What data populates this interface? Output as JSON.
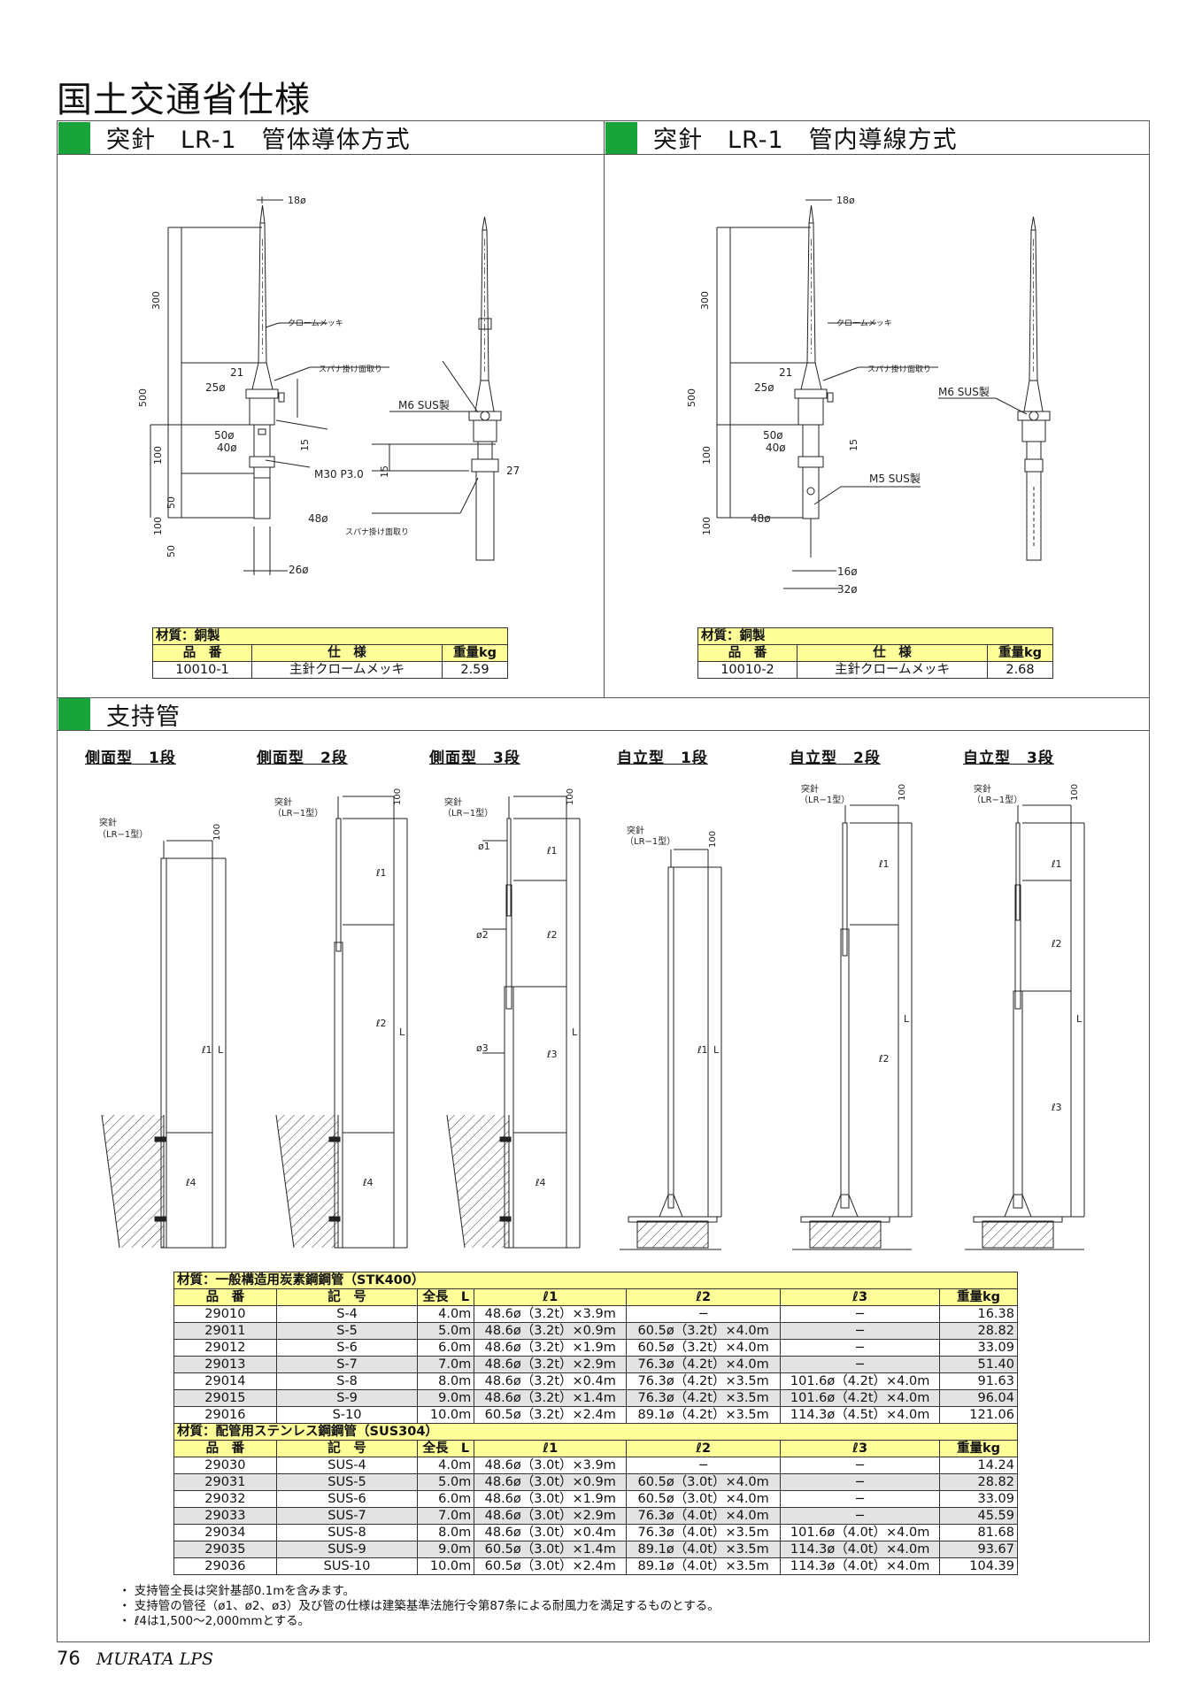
{
  "page_title": "国土交通省仕様",
  "sections": {
    "left_title": "突針　LR-1　管体導体方式",
    "right_title": "突針　LR-1　管内導線方式",
    "pipe_title": "支持管"
  },
  "drawing_left": {
    "dims": [
      "18ø",
      "300",
      "500",
      "100",
      "50",
      "100",
      "50",
      "21",
      "25ø",
      "50ø",
      "40ø",
      "15",
      "48ø",
      "26ø"
    ],
    "labels": [
      "クロームメッキ",
      "スパナ掛け面取り",
      "M30 P3.0",
      "M6 SUS製",
      "27",
      "15",
      "スパナ掛け面取り"
    ]
  },
  "drawing_right": {
    "dims": [
      "18ø",
      "300",
      "500",
      "100",
      "100",
      "21",
      "25ø",
      "50ø",
      "40ø",
      "15",
      "48ø",
      "16ø",
      "32ø"
    ],
    "labels": [
      "クロームメッキ",
      "スパナ掛け面取り",
      "M6 SUS製",
      "M5 SUS製"
    ]
  },
  "table_lr1_left": {
    "material": "材質：銅製",
    "headers": [
      "品　番",
      "仕　様",
      "重量kg"
    ],
    "row": [
      "10010-1",
      "主針クロームメッキ",
      "2.59"
    ]
  },
  "table_lr1_right": {
    "material": "材質：銅製",
    "headers": [
      "品　番",
      "仕　様",
      "重量kg"
    ],
    "row": [
      "10010-2",
      "主針クロームメッキ",
      "2.68"
    ]
  },
  "pipe_types": [
    "側面型　1段",
    "側面型　2段",
    "側面型　3段",
    "自立型　1段",
    "自立型　2段",
    "自立型　3段"
  ],
  "pipe_drawing_labels": {
    "tosshin": "突針",
    "lr1": "（LR−1型）",
    "d100": "100",
    "L": "L",
    "l1": "ℓ1",
    "l2": "ℓ2",
    "l3": "ℓ3",
    "l4": "ℓ4",
    "phi1": "ø1",
    "phi2": "ø2",
    "phi3": "ø3"
  },
  "pipe_table": {
    "headers": [
      "品　番",
      "記　号",
      "全長　L",
      "ℓ1",
      "ℓ2",
      "ℓ3",
      "重量kg"
    ],
    "groups": [
      {
        "material": "材質：一般構造用炭素鋼鋼管（STK400）",
        "rows": [
          [
            "29010",
            "S-4",
            "4.0m",
            "48.6ø（3.2t）×3.9m",
            "−",
            "−",
            "16.38"
          ],
          [
            "29011",
            "S-5",
            "5.0m",
            "48.6ø（3.2t）×0.9m",
            "60.5ø（3.2t）×4.0m",
            "−",
            "28.82"
          ],
          [
            "29012",
            "S-6",
            "6.0m",
            "48.6ø（3.2t）×1.9m",
            "60.5ø（3.2t）×4.0m",
            "−",
            "33.09"
          ],
          [
            "29013",
            "S-7",
            "7.0m",
            "48.6ø（3.2t）×2.9m",
            "76.3ø（4.2t）×4.0m",
            "−",
            "51.40"
          ],
          [
            "29014",
            "S-8",
            "8.0m",
            "48.6ø（3.2t）×0.4m",
            "76.3ø（4.2t）×3.5m",
            "101.6ø（4.2t）×4.0m",
            "91.63"
          ],
          [
            "29015",
            "S-9",
            "9.0m",
            "48.6ø（3.2t）×1.4m",
            "76.3ø（4.2t）×3.5m",
            "101.6ø（4.2t）×4.0m",
            "96.04"
          ],
          [
            "29016",
            "S-10",
            "10.0m",
            "60.5ø（3.2t）×2.4m",
            "89.1ø（4.2t）×3.5m",
            "114.3ø（4.5t）×4.0m",
            "121.06"
          ]
        ]
      },
      {
        "material": "材質：配管用ステンレス鋼鋼管（SUS304）",
        "rows": [
          [
            "29030",
            "SUS-4",
            "4.0m",
            "48.6ø（3.0t）×3.9m",
            "−",
            "−",
            "14.24"
          ],
          [
            "29031",
            "SUS-5",
            "5.0m",
            "48.6ø（3.0t）×0.9m",
            "60.5ø（3.0t）×4.0m",
            "−",
            "28.82"
          ],
          [
            "29032",
            "SUS-6",
            "6.0m",
            "48.6ø（3.0t）×1.9m",
            "60.5ø（3.0t）×4.0m",
            "−",
            "33.09"
          ],
          [
            "29033",
            "SUS-7",
            "7.0m",
            "48.6ø（3.0t）×2.9m",
            "76.3ø（4.0t）×4.0m",
            "−",
            "45.59"
          ],
          [
            "29034",
            "SUS-8",
            "8.0m",
            "48.6ø（3.0t）×0.4m",
            "76.3ø（4.0t）×3.5m",
            "101.6ø（4.0t）×4.0m",
            "81.68"
          ],
          [
            "29035",
            "SUS-9",
            "9.0m",
            "60.5ø（3.0t）×1.4m",
            "89.1ø（4.0t）×3.5m",
            "114.3ø（4.0t）×4.0m",
            "93.67"
          ],
          [
            "29036",
            "SUS-10",
            "10.0m",
            "60.5ø（3.0t）×2.4m",
            "89.1ø（4.0t）×3.5m",
            "114.3ø（4.0t）×4.0m",
            "104.39"
          ]
        ]
      }
    ]
  },
  "notes": [
    "・ 支持管全長は突針基部0.1mを含みます。",
    "・ 支持管の管径（ø1、ø2、ø3）及び管の仕様は建築基準法施行令第87条による耐風力を満足するものとする。",
    "・ ℓ4は1,500〜2,000mmとする。"
  ],
  "footer": {
    "page_number": "76",
    "brand": "MURATA LPS"
  }
}
